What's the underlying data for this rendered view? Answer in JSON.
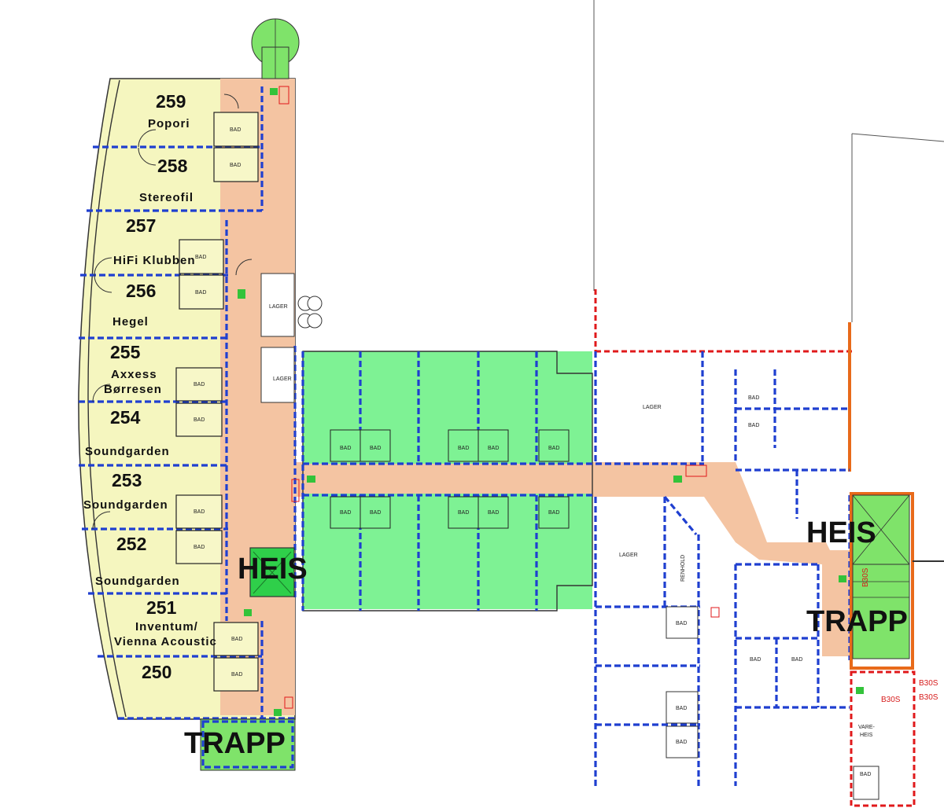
{
  "rooms_left": [
    {
      "number": "259",
      "name": "Popori"
    },
    {
      "number": "258",
      "name": "Stereofil"
    },
    {
      "number": "257",
      "name": "HiFi Klubben"
    },
    {
      "number": "256",
      "name": "Hegel"
    },
    {
      "number": "255",
      "name": "Axxess",
      "name2": "Børresen"
    },
    {
      "number": "254",
      "name": "Soundgarden"
    },
    {
      "number": "253",
      "name": "Soundgarden"
    },
    {
      "number": "252",
      "name": "Soundgarden"
    },
    {
      "number": "251",
      "name": "Inventum/",
      "name2": "Vienna Acoustic"
    },
    {
      "number": "250",
      "name": ""
    }
  ],
  "labels": {
    "bad": "BAD",
    "lager": "LAGER",
    "renhold": "RENHOLD",
    "vare": "VARE-",
    "heis_small": "HEIS",
    "heis": "HEIS",
    "trapp": "TRAPP",
    "b30s": "B30S"
  },
  "colors": {
    "room_yellow": "#f5f6bf",
    "corridor": "#f4c4a2",
    "stage_green": "#7ef294",
    "stair_green": "#7fe36a",
    "blue_line": "#1f3fd0",
    "red_line": "#e0191b"
  }
}
